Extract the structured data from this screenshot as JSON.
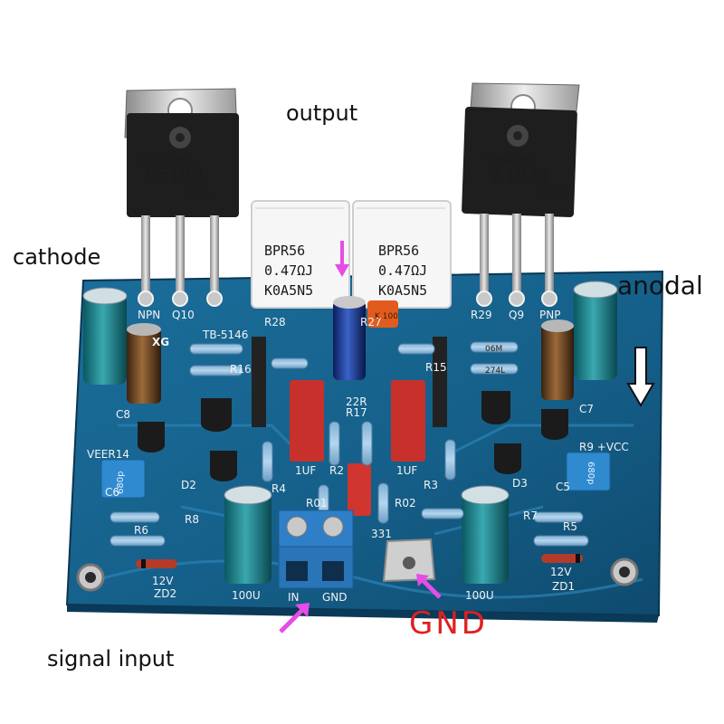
{
  "annotations": {
    "output": "output",
    "cathode": "cathode",
    "anodal": "anodal",
    "signal_input": "signal input",
    "gnd": "GND"
  },
  "transistors": {
    "left_brand": "TOSHIBA",
    "left_part": "C5198",
    "left_code": "B40",
    "right_brand": "TOSHIBA",
    "right_part": "A1941",
    "right_code": "ARO"
  },
  "resistors": {
    "line1": "BPR56",
    "line2": "0.47ΩJ",
    "line3": "K0A5N5"
  },
  "board_silkscreen": {
    "npn": "NPN",
    "q10": "Q10",
    "q9": "Q9",
    "pnp": "PNP",
    "r28": "R28",
    "r27": "R27",
    "r29": "R29",
    "brand": "XG",
    "model": "TB-5146",
    "veer": "VEER14",
    "vcc": "R9 +VCC",
    "uf_left": "1UF",
    "uf_right": "1UF",
    "cap_left": "100U",
    "cap_right": "100U",
    "in": "IN",
    "gnd": "GND",
    "zd2": "ZD2",
    "zd1": "ZD1",
    "v12_left": "12V",
    "v12_right": "12V",
    "c6": "C6",
    "c5": "C5",
    "r6": "R6",
    "r5": "R5",
    "r8": "R8",
    "r7": "R7",
    "r4": "R4",
    "r3": "R3",
    "r2": "R2",
    "r17": "R17",
    "r16": "R16",
    "r15": "R15",
    "r01": "R01",
    "r02": "R02",
    "d2": "D2",
    "d3": "D3",
    "c8": "C8",
    "c7": "C7",
    "r22": "22R",
    "c331": "331",
    "cap_680_left": "680p",
    "cap_680_right": "680p",
    "c100": "K 100",
    "c_06m": "06M",
    "r274": "274L"
  },
  "colors": {
    "pcb": "#15608a",
    "pcb_dark": "#0d3f5e",
    "annotation_arrow": "#e64ce6",
    "gnd_text": "#e02020"
  }
}
